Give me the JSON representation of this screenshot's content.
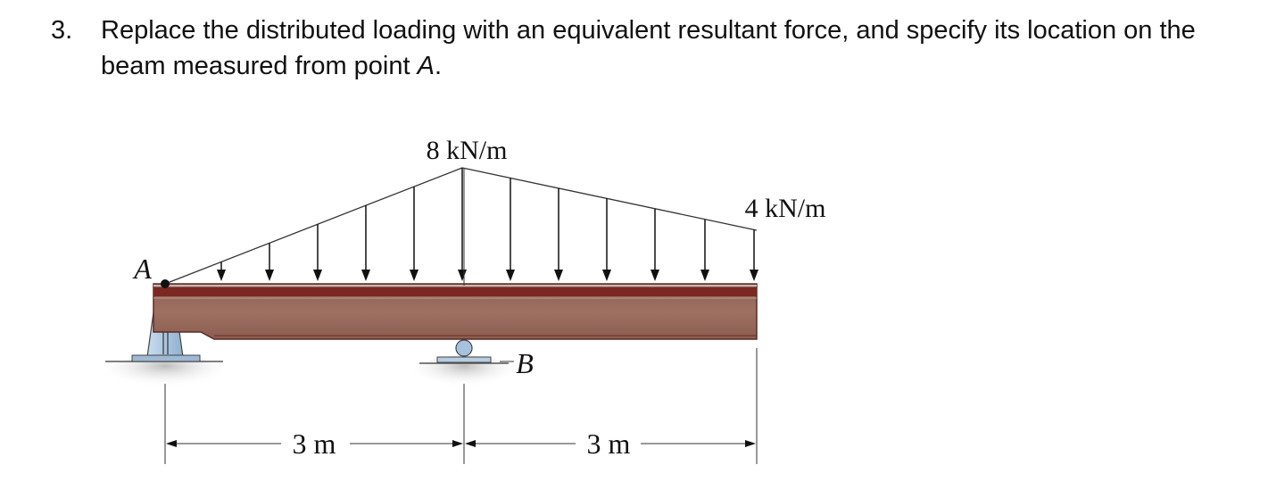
{
  "problem": {
    "number": "3.",
    "text_before_point": "Replace the distributed loading with an equivalent resultant force, and specify its location on the beam measured from point ",
    "point_label": "A",
    "text_after_point": "."
  },
  "figure": {
    "load_peak_label": "8 kN/m",
    "load_right_label": "4 kN/m",
    "point_a_label": "A",
    "point_b_label": "B",
    "span_left_label": "3 m",
    "span_right_label": "3 m",
    "load_values_kN_per_m": {
      "at_A": 0,
      "at_B": 8,
      "at_right_end": 4
    },
    "spans_m": [
      3,
      3
    ],
    "colors": {
      "beam": "#9a6b5c",
      "beam_edge": "#6e2a22",
      "beam_top_band": "#7b2722",
      "support": "#a9c4de",
      "ground": "#cfcfcf"
    }
  }
}
